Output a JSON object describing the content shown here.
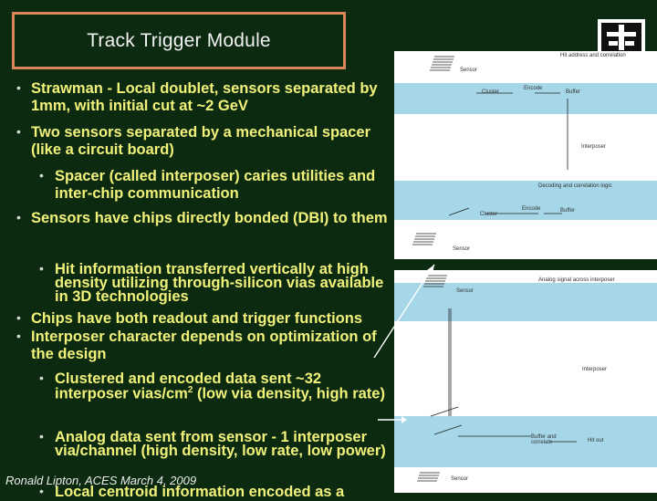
{
  "title": "Track Trigger Module",
  "bullets": [
    "Strawman - Local doublet, sensors separated by 1mm, with initial cut at ~2 GeV",
    "Two sensors separated by a mechanical spacer (like a circuit board)",
    "Spacer (called interposer) caries utilities and inter-chip communication",
    "Sensors have chips directly bonded (DBI) to them",
    "Hit information transferred vertically at high density utilizing through-silicon vias available in 3D technologies",
    "Chips have both readout and trigger functions",
    "Interposer character depends on optimization of the design",
    "Clustered and encoded data sent ~32 interposer vias/cm",
    "2",
    " (low via density, high rate)",
    "Analog data sent from sensor - 1 interposer via/channel (high density, low rate, low power)",
    "Local centroid information encoded as a"
  ],
  "footer": "Ronald Lipton, ACES March 4, 2009",
  "figure_top": {
    "labels": [
      "Sensor",
      "Cluster",
      "Encode",
      "Buffer",
      "Interposer",
      "Decoding and correlation logic",
      "Encode",
      "Buffer",
      "Cluster",
      "Sensor",
      "Hit address and correlation"
    ]
  },
  "figure_bottom": {
    "labels": [
      "Analog signal across interposer",
      "Sensor",
      "Interposer",
      "Buffer and correlate",
      "Hit out",
      "Sensor"
    ]
  },
  "colors": {
    "background": "#0b2a10",
    "bullet_text": "#f2f27a",
    "title_border": "#d9865a",
    "figure_band": "#a5d7e8"
  },
  "icons": [
    "bullet-dot",
    "lab-logo-icon"
  ]
}
